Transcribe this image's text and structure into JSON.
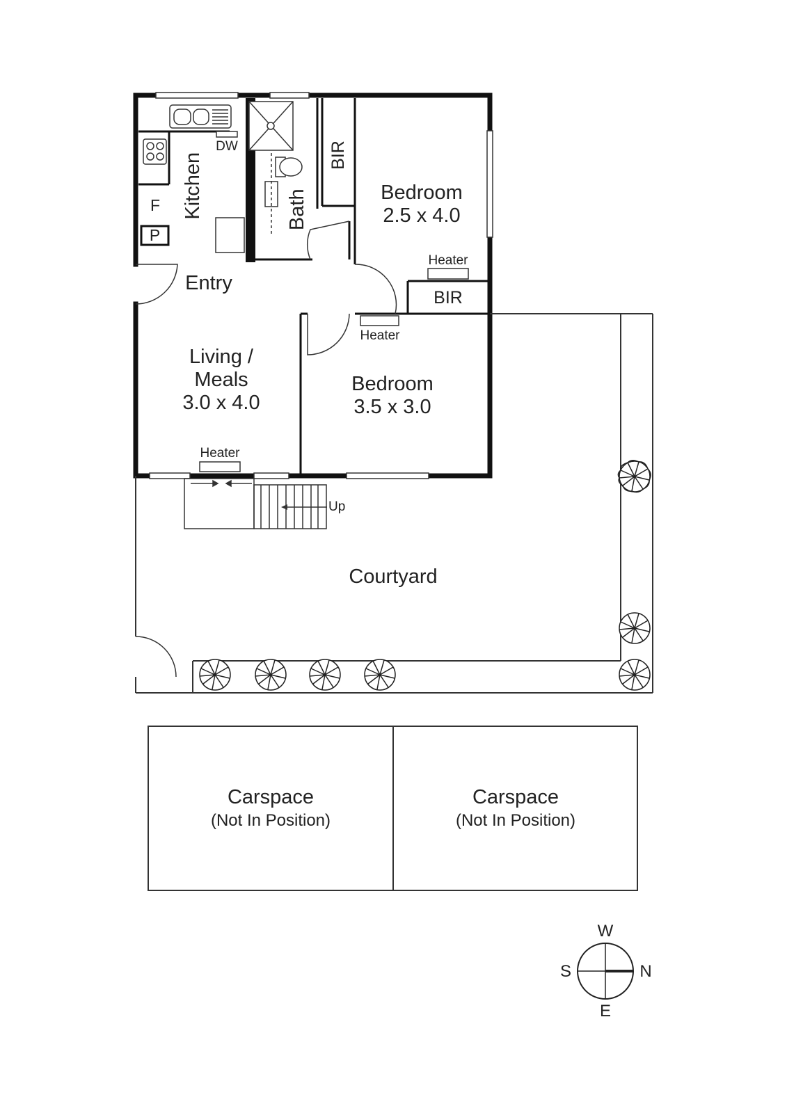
{
  "rooms": {
    "kitchen": "Kitchen",
    "bath": "Bath",
    "bir_top": "BIR",
    "bir_mid": "BIR",
    "bedroom1": {
      "name": "Bedroom",
      "size": "2.5 x 4.0"
    },
    "bedroom2": {
      "name": "Bedroom",
      "size": "3.5 x 3.0"
    },
    "living": {
      "name_line1": "Living /",
      "name_line2": "Meals",
      "size": "3.0 x 4.0"
    },
    "entry": "Entry",
    "courtyard": "Courtyard"
  },
  "fixtures": {
    "dw": "DW",
    "fridge": "F",
    "pantry": "P",
    "heater_bedroom1": "Heater",
    "heater_bedroom2": "Heater",
    "heater_living": "Heater",
    "stairs_up": "Up"
  },
  "carspaces": [
    {
      "name": "Carspace",
      "note": "(Not In Position)"
    },
    {
      "name": "Carspace",
      "note": "(Not In Position)"
    }
  ],
  "compass": {
    "w": "W",
    "s": "S",
    "n": "N",
    "e": "E"
  },
  "colors": {
    "wall": "#111111",
    "line": "#333333",
    "paper": "#ffffff"
  }
}
